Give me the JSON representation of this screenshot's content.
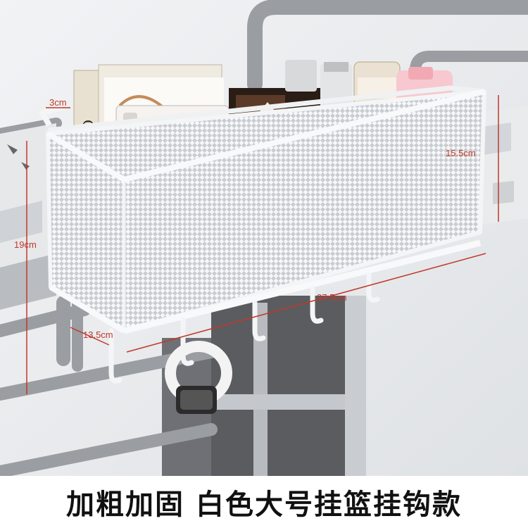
{
  "dimensions": {
    "hook_reach": "3cm",
    "basket_height": "15.5cm",
    "total_height": "19cm",
    "basket_length": "37.5cm",
    "basket_depth": "13.5cm"
  },
  "banner": {
    "text": "加粗加固 白色大号挂篮挂钩款"
  },
  "colors": {
    "dimension_red": "#c0392b",
    "basket_white": "#f4f5f6",
    "bed_frame_gray": "#9a9da1"
  }
}
